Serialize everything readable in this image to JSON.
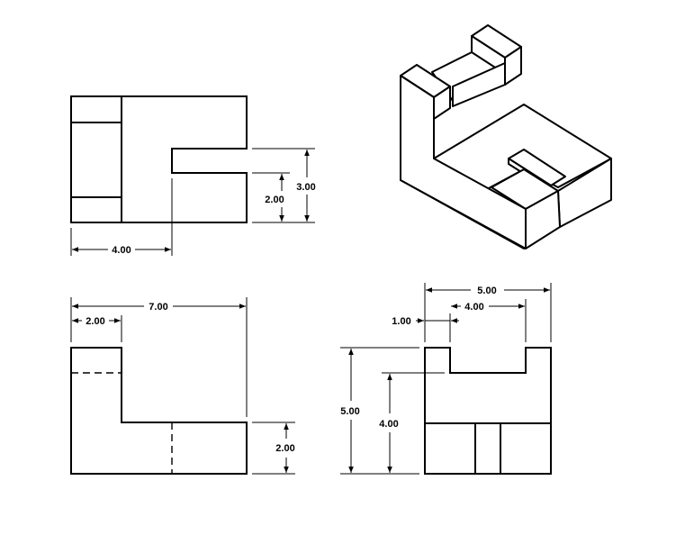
{
  "dimensions": {
    "top_depth": "3.00",
    "top_slot_offset": "2.00",
    "top_width": "4.00",
    "front_total_width": "7.00",
    "front_step_width": "2.00",
    "front_step_height": "2.00",
    "side_total_width": "5.00",
    "side_slot_width": "4.00",
    "side_wall": "1.00",
    "side_total_height": "5.00",
    "side_slot_depth": "4.00"
  }
}
